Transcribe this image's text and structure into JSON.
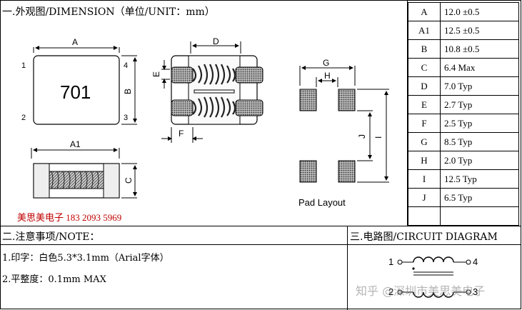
{
  "section1": {
    "title": "一.外观图/DIMENSION（单位/UNIT：mm）"
  },
  "drawing": {
    "label_a": "A",
    "label_b": "B",
    "label_a1": "A1",
    "label_c": "C",
    "label_d": "D",
    "label_e": "E",
    "label_f": "F",
    "label_g": "G",
    "label_h": "H",
    "label_i": "I",
    "label_j": "J",
    "pin1": "1",
    "pin2": "2",
    "pin3": "3",
    "pin4": "4",
    "marking": "701",
    "pad_layout_caption": "Pad Layout"
  },
  "contact": "美思美电子 183 2093 5969",
  "dimensions": [
    {
      "key": "A",
      "value": "12.0 ±0.5"
    },
    {
      "key": "A1",
      "value": "12.5 ±0.5"
    },
    {
      "key": "B",
      "value": "10.8 ±0.5"
    },
    {
      "key": "C",
      "value": "6.4 Max"
    },
    {
      "key": "D",
      "value": "7.0 Typ"
    },
    {
      "key": "E",
      "value": "2.7 Typ"
    },
    {
      "key": "F",
      "value": "2.5 Typ"
    },
    {
      "key": "G",
      "value": "8.5 Typ"
    },
    {
      "key": "H",
      "value": "2.0 Typ"
    },
    {
      "key": "I",
      "value": "12.5 Typ"
    },
    {
      "key": "J",
      "value": "6.5 Typ"
    }
  ],
  "section2": {
    "title": "二.注意事项/NOTE：",
    "notes": [
      "1.印字：白色5.3*3.1mm（Arial字体）",
      "2.平整度：0.1mm  MAX"
    ]
  },
  "section3": {
    "title": "三.电路图/CIRCUIT DIAGRAM",
    "pin1": "1",
    "pin4": "4",
    "pin2": "2",
    "pin3": "3"
  },
  "watermark": "知乎 @深圳市美思美电子"
}
